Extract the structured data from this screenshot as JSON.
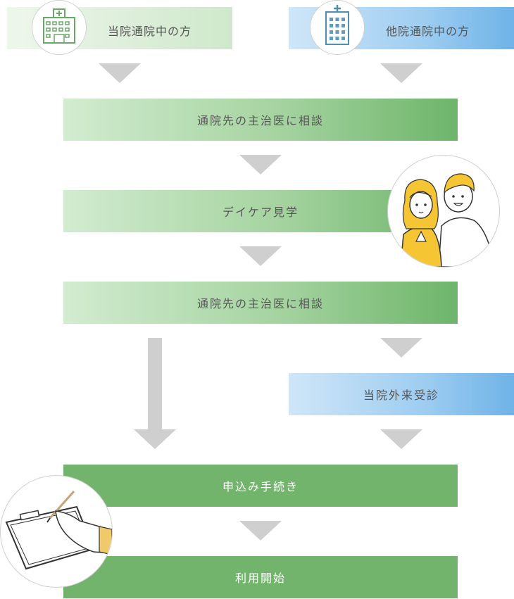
{
  "top": {
    "own_label": "当院通院中の方",
    "other_label": "他院通院中の方"
  },
  "steps": {
    "consult1": "通院先の主治医に相談",
    "daycare_visit": "デイケア見学",
    "consult2": "通院先の主治医に相談",
    "outpatient": "当院外来受診",
    "apply": "申込み手続き",
    "start": "利用開始"
  },
  "icons": {
    "own": "hospital-building-icon",
    "other": "hospital-tower-icon",
    "couple": "couple-illustration",
    "clipboard": "clipboard-writing-illustration"
  },
  "colors": {
    "green_accent": "#73b46d",
    "blue_accent": "#6fb3e8",
    "arrow": "#cfcfcf"
  }
}
